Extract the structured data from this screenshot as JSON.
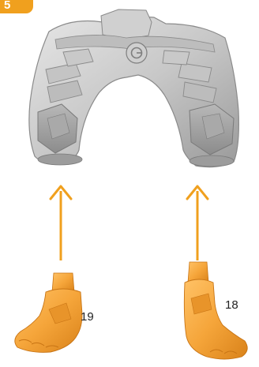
{
  "step": {
    "number": "5",
    "badge_color": "#f0a01e"
  },
  "assembly": {
    "main_part": "hip-piece",
    "parts": [
      {
        "label": "19",
        "name": "left-boot"
      },
      {
        "label": "18",
        "name": "right-boot"
      }
    ],
    "arrow_color": "#f0a01e",
    "part_color": "#f5a53a",
    "model_color": "#c8c8c8"
  }
}
